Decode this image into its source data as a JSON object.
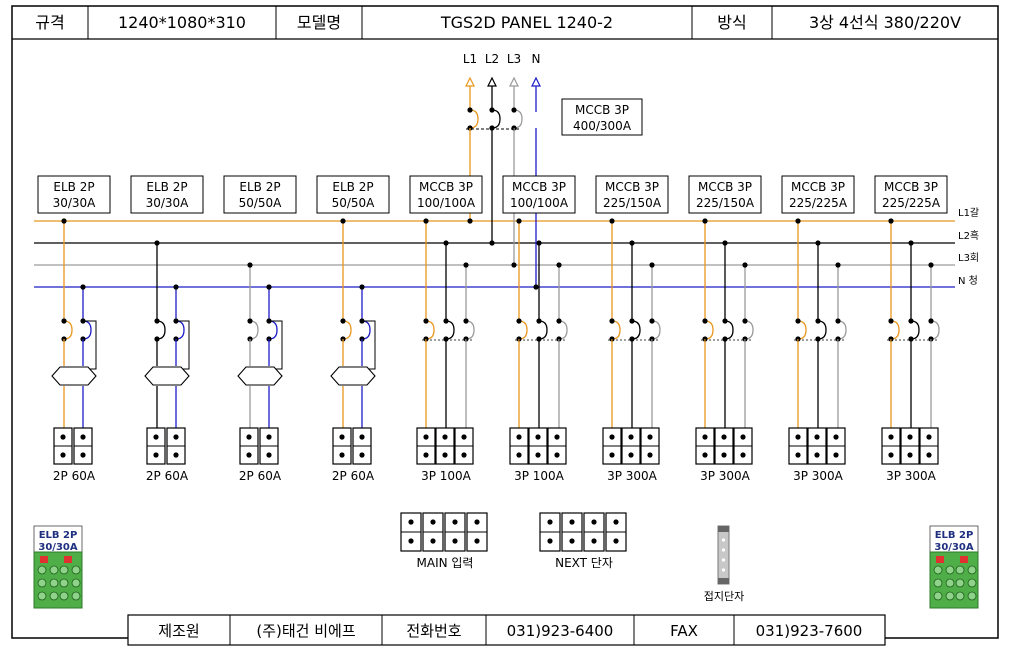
{
  "header": {
    "spec_label": "규격",
    "spec_value": "1240*1080*310",
    "model_label": "모델명",
    "model_value": "TGS2D PANEL 1240-2",
    "method_label": "방식",
    "method_value": "3상 4선식 380/220V"
  },
  "phase_labels": [
    "L1",
    "L2",
    "L3",
    "N"
  ],
  "main_breaker": [
    "MCCB 3P",
    "400/300A"
  ],
  "bus_labels": [
    "L1갈",
    "L2흑",
    "L3회",
    "N 청"
  ],
  "colors": {
    "L1": "#e8961e",
    "L2": "#000000",
    "L3": "#9a9a9a",
    "N": "#1c1cc8",
    "green_module": "#4fae48"
  },
  "branches": [
    {
      "type": "ELB",
      "line1": "ELB 2P",
      "line2": "30/30A",
      "terminal": "2P 60A"
    },
    {
      "type": "ELB",
      "line1": "ELB 2P",
      "line2": "30/30A",
      "terminal": "2P 60A"
    },
    {
      "type": "ELB",
      "line1": "ELB 2P",
      "line2": "50/50A",
      "terminal": "2P 60A"
    },
    {
      "type": "ELB",
      "line1": "ELB 2P",
      "line2": "50/50A",
      "terminal": "2P 60A"
    },
    {
      "type": "MCCB",
      "line1": "MCCB 3P",
      "line2": "100/100A",
      "terminal": "3P 100A"
    },
    {
      "type": "MCCB",
      "line1": "MCCB 3P",
      "line2": "100/100A",
      "terminal": "3P 100A"
    },
    {
      "type": "MCCB",
      "line1": "MCCB 3P",
      "line2": "225/150A",
      "terminal": "3P 300A"
    },
    {
      "type": "MCCB",
      "line1": "MCCB 3P",
      "line2": "225/150A",
      "terminal": "3P 300A"
    },
    {
      "type": "MCCB",
      "line1": "MCCB 3P",
      "line2": "225/225A",
      "terminal": "3P 300A"
    },
    {
      "type": "MCCB",
      "line1": "MCCB 3P",
      "line2": "225/225A",
      "terminal": "3P 300A"
    }
  ],
  "main_input_label": "MAIN 입력",
  "next_terminal_label": "NEXT 단자",
  "ground_label": "접지단자",
  "side_module": [
    "ELB 2P",
    "30/30A"
  ],
  "footer": {
    "maker_label": "제조원",
    "maker_value": "(주)태건 비에프",
    "phone_label": "전화번호",
    "phone_value": "031)923-6400",
    "fax_label": "FAX",
    "fax_value": "031)923-7600"
  }
}
